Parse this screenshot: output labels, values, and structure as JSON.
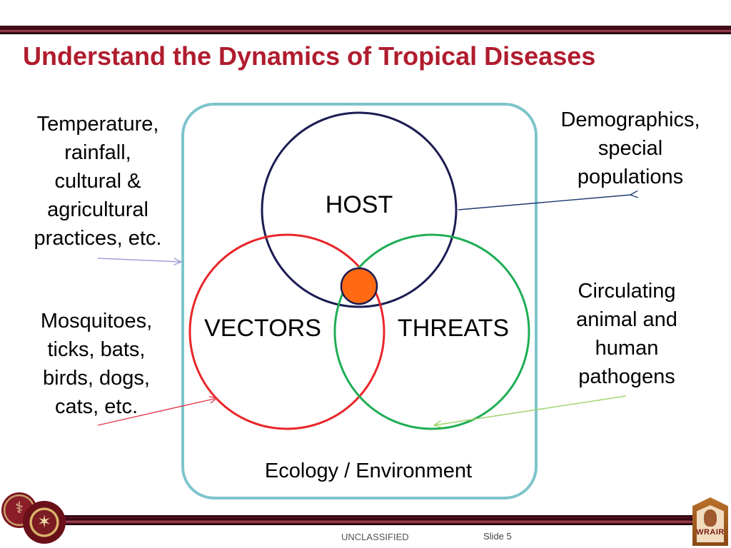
{
  "slide": {
    "title": "Understand the Dynamics of Tropical Diseases",
    "footer_classification": "UNCLASSIFIED",
    "footer_slide": "Slide 5"
  },
  "left_notes": {
    "factors": [
      "Temperature,",
      "rainfall,",
      "cultural &",
      "agricultural",
      "practices, etc."
    ],
    "vectors_examples": [
      "Mosquitoes,",
      "ticks, bats,",
      "birds, dogs,",
      "cats, etc."
    ]
  },
  "right_notes": {
    "host_examples": [
      "Demographics,",
      "special",
      "populations"
    ],
    "threats_examples": [
      "Circulating",
      "animal and",
      "human",
      "pathogens"
    ]
  },
  "diagram": {
    "host_label": "HOST",
    "vectors_label": "VECTORS",
    "threats_label": "THREATS",
    "environment_label": "Ecology / Environment",
    "colors": {
      "environment_border": "#7ec4cc",
      "host_circle": "#1b1c52",
      "vectors_circle": "#e8262a",
      "threats_circle": "#1fae55",
      "center_dot": "#ff6a13",
      "arrow_factors": "#9fa0d8",
      "arrow_host": "#1e3a6e",
      "arrow_vectors": "#e23b4a",
      "arrow_threats": "#9ed46b",
      "title": "#b01c2e"
    }
  },
  "logos": {
    "left_seal_1": "medical-corps-seal",
    "left_seal_2": "army-seal",
    "right_badge_text": "WRAIR"
  }
}
